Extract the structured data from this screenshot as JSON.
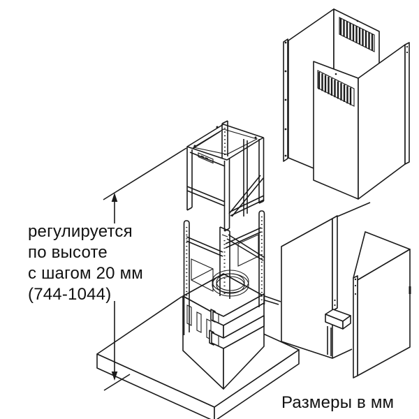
{
  "annotation": {
    "line1": "регулируется",
    "line2": "по высоте",
    "line3": "с шагом 20 мм",
    "line4": "(744-1044)"
  },
  "footer": {
    "units_label": "Размеры в мм"
  },
  "colors": {
    "line": "#1a1a1a",
    "background": "#ffffff"
  }
}
